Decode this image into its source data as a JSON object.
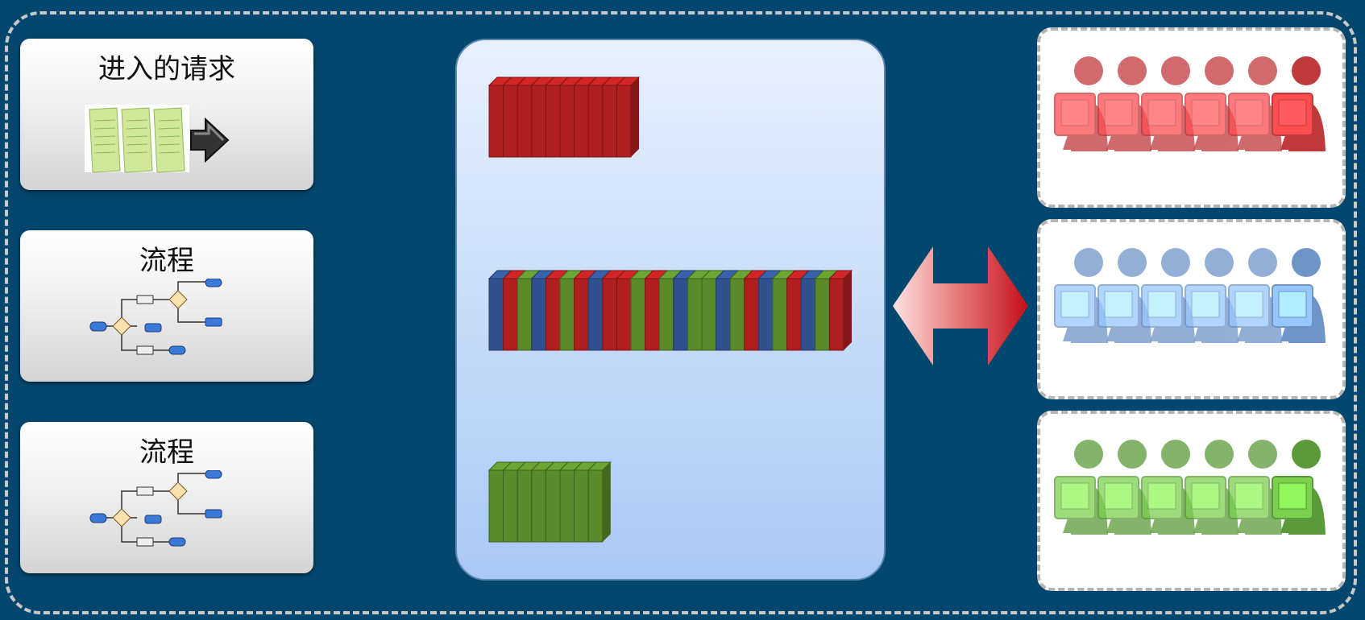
{
  "panels": {
    "incoming": {
      "title": "进入的请求",
      "icon": "document-stack-icon"
    },
    "process_1": {
      "title": "流程",
      "icon": "flowchart-icon"
    },
    "process_2": {
      "title": "流程",
      "icon": "flowchart-icon"
    }
  },
  "queues": {
    "top_color": "#b01f1f",
    "top_count": 10,
    "middle_pattern": [
      "blue",
      "red",
      "green",
      "blue",
      "red",
      "green",
      "red",
      "blue",
      "red",
      "red",
      "green",
      "red",
      "green",
      "blue",
      "green",
      "green",
      "blue",
      "green",
      "red",
      "blue",
      "green",
      "red",
      "blue",
      "green",
      "red"
    ],
    "bottom_color": "#5a8a2a",
    "bottom_count": 8
  },
  "colors": {
    "red": "#b01f1f",
    "blue": "#2f528f",
    "green": "#5a8a2a"
  },
  "user_groups": [
    {
      "name": "red-users",
      "color": "#c0393b"
    },
    {
      "name": "blue-users",
      "color": "#6f94c8"
    },
    {
      "name": "green-users",
      "color": "#5b9a3a"
    }
  ]
}
